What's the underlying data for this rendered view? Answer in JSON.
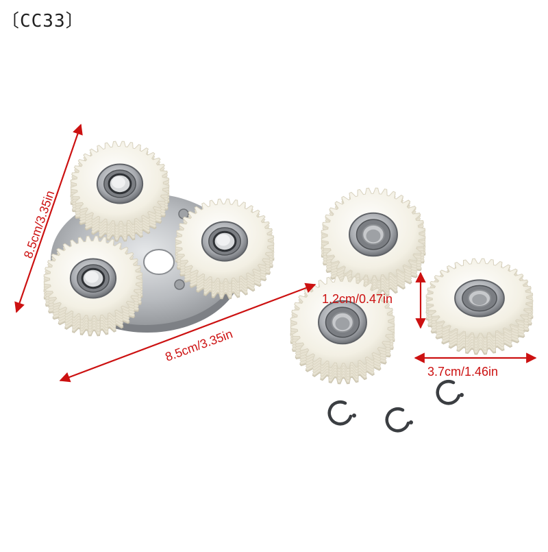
{
  "product_code": "〔CC33〕",
  "dimensions": {
    "carrier_diagonal": "8.5cm/3.35in",
    "carrier_width": "8.5cm/3.35in",
    "gear_thickness": "1.2cm/0.47in",
    "gear_diameter": "3.7cm/1.46in"
  },
  "colors": {
    "annotation": "#cc1111",
    "gear": "#f4f1e6",
    "metal": "#b9bcc0"
  }
}
